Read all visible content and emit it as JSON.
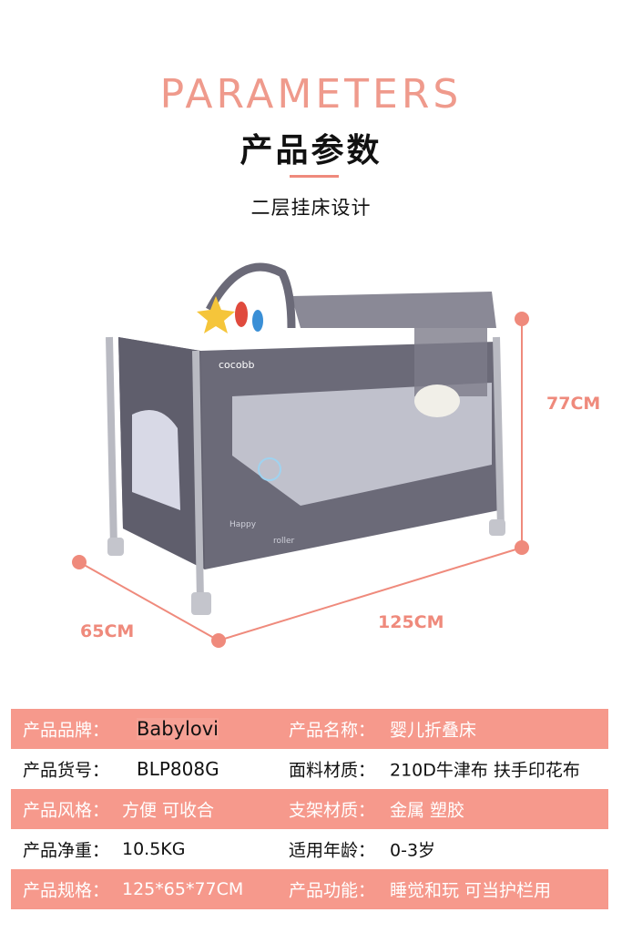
{
  "header": {
    "en_title": "PARAMETERS",
    "cn_title": "产品参数",
    "subtitle": "二层挂床设计"
  },
  "product_image": {
    "logo_text": "cocobb",
    "print_text": [
      "Happy",
      "roller"
    ]
  },
  "dimensions": {
    "height": "77CM",
    "width": "65CM",
    "length": "125CM"
  },
  "colors": {
    "accent": "#ef8a7c",
    "row_pink": "#f6998c"
  },
  "specs": [
    {
      "label1": "产品品牌：",
      "value1": "Babylovi",
      "label2": "产品名称：",
      "value2": "婴儿折叠床"
    },
    {
      "label1": "产品货号：",
      "value1": "BLP808G",
      "label2": "面料材质：",
      "value2": "210D牛津布 扶手印花布"
    },
    {
      "label1": "产品风格：",
      "value1": "方便 可收合",
      "label2": "支架材质：",
      "value2": "金属 塑胶"
    },
    {
      "label1": "产品净重：",
      "value1": "10.5KG",
      "label2": "适用年龄：",
      "value2": "0-3岁"
    },
    {
      "label1": "产品规格：",
      "value1": "125*65*77CM",
      "label2": "产品功能：",
      "value2": "睡觉和玩 可当护栏用"
    }
  ]
}
